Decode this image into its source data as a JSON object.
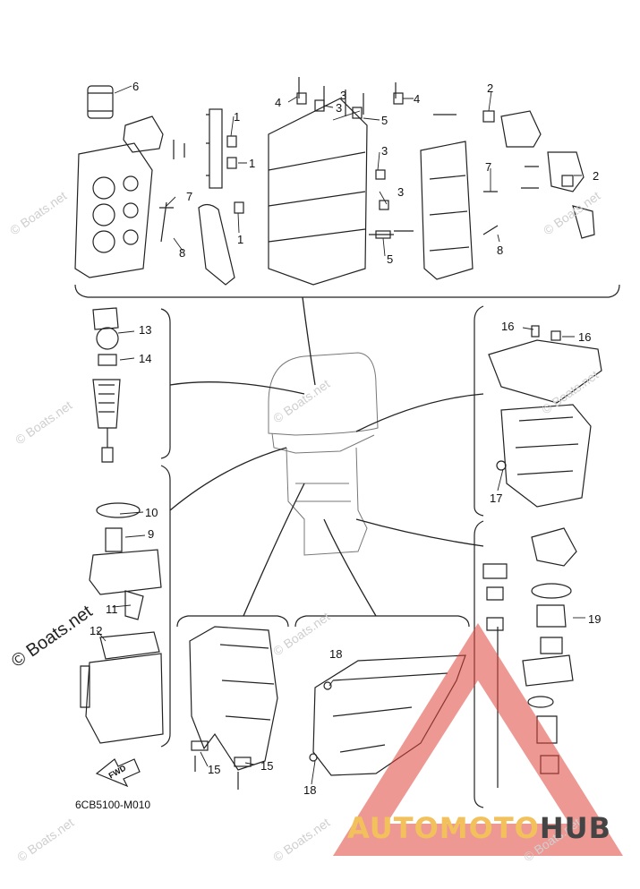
{
  "diagram": {
    "code": "6CB5100-M010",
    "fwd_label": "FWD",
    "callouts": {
      "c1a": "1",
      "c1b": "1",
      "c1c": "1",
      "c2a": "2",
      "c2b": "2",
      "c3a": "3",
      "c3b": "3",
      "c3c": "3",
      "c3d": "3",
      "c4a": "4",
      "c4b": "4",
      "c5a": "5",
      "c5b": "5",
      "c6": "6",
      "c7a": "7",
      "c7b": "7",
      "c8a": "8",
      "c8b": "8",
      "c9": "9",
      "c10": "10",
      "c11": "11",
      "c12": "12",
      "c13": "13",
      "c14": "14",
      "c15a": "15",
      "c15b": "15",
      "c16a": "16",
      "c16b": "16",
      "c17": "17",
      "c18a": "18",
      "c18b": "18",
      "c19": "19"
    }
  },
  "watermark": {
    "text": "© Boats.net",
    "brand_part1": "AUTOMOTO",
    "brand_part2": "HUB"
  },
  "colors": {
    "line": "#222222",
    "brand_red": "#e0443a",
    "brand_yellow": "#f2c15c",
    "brand_gray": "#444444"
  }
}
